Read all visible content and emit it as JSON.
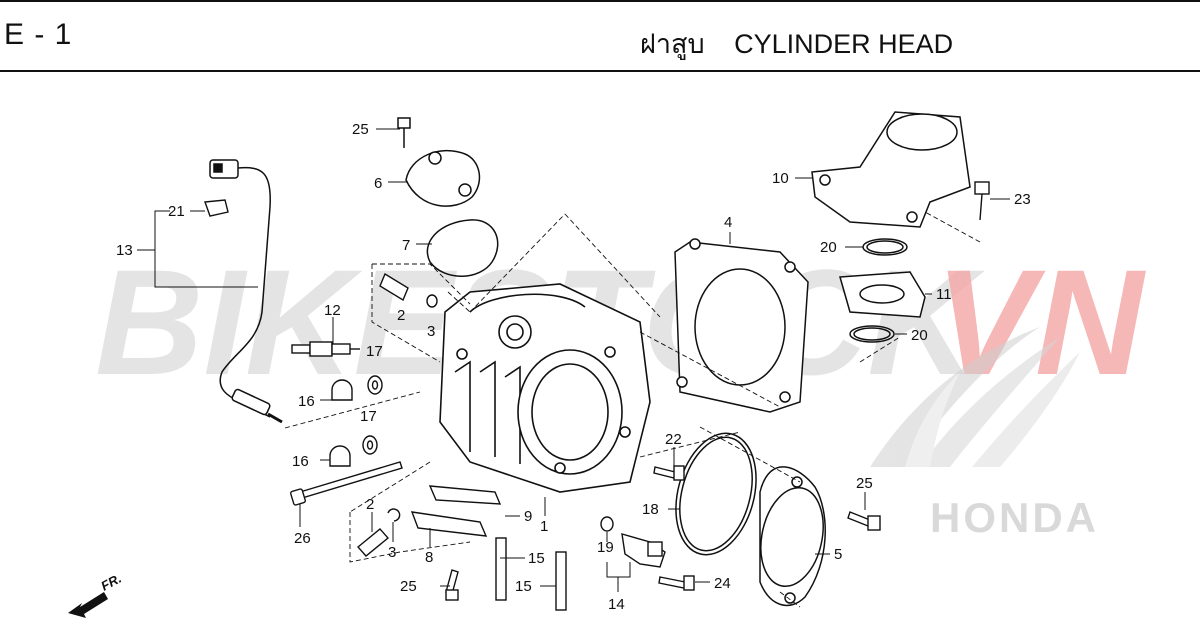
{
  "header": {
    "section_code": "E - 1",
    "title_thai": "ฝาสูบ",
    "title_en": "CYLINDER HEAD"
  },
  "watermark": {
    "text_bike": "BIKESTOCK",
    "text_vn": "VN",
    "brand_text": "HONDA",
    "color_gray": "#d9d9d9",
    "color_red": "#f4a6a6"
  },
  "direction_indicator": "FR.",
  "callouts": [
    {
      "id": "c25a",
      "num": "25"
    },
    {
      "id": "c6",
      "num": "6"
    },
    {
      "id": "c21",
      "num": "21"
    },
    {
      "id": "c13",
      "num": "13"
    },
    {
      "id": "c7",
      "num": "7"
    },
    {
      "id": "c2a",
      "num": "2"
    },
    {
      "id": "c3a",
      "num": "3"
    },
    {
      "id": "c12",
      "num": "12"
    },
    {
      "id": "c17a",
      "num": "17"
    },
    {
      "id": "c16a",
      "num": "16"
    },
    {
      "id": "c17b",
      "num": "17"
    },
    {
      "id": "c16b",
      "num": "16"
    },
    {
      "id": "c26",
      "num": "26"
    },
    {
      "id": "c2b",
      "num": "2"
    },
    {
      "id": "c3b",
      "num": "3"
    },
    {
      "id": "c8",
      "num": "8"
    },
    {
      "id": "c9",
      "num": "9"
    },
    {
      "id": "c1",
      "num": "1"
    },
    {
      "id": "c15a",
      "num": "15"
    },
    {
      "id": "c15b",
      "num": "15"
    },
    {
      "id": "c25b",
      "num": "25"
    },
    {
      "id": "c4",
      "num": "4"
    },
    {
      "id": "c10",
      "num": "10"
    },
    {
      "id": "c23",
      "num": "23"
    },
    {
      "id": "c20a",
      "num": "20"
    },
    {
      "id": "c11",
      "num": "11"
    },
    {
      "id": "c20b",
      "num": "20"
    },
    {
      "id": "c22",
      "num": "22"
    },
    {
      "id": "c18",
      "num": "18"
    },
    {
      "id": "c19",
      "num": "19"
    },
    {
      "id": "c14",
      "num": "14"
    },
    {
      "id": "c24",
      "num": "24"
    },
    {
      "id": "c25c",
      "num": "25"
    },
    {
      "id": "c5",
      "num": "5"
    }
  ]
}
